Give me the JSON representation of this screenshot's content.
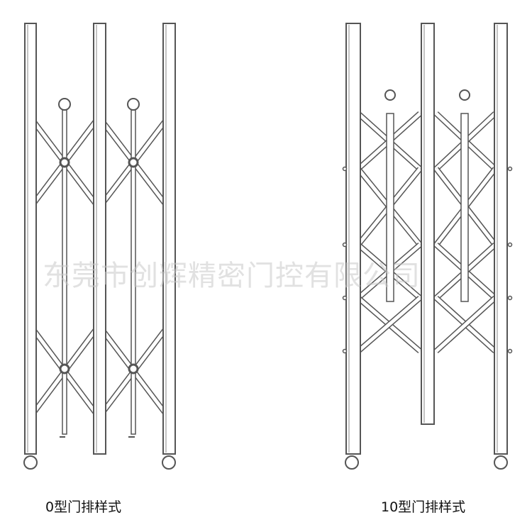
{
  "watermark": "东莞市创辉精密门控有限公司",
  "captions": {
    "left": "0型门排样式",
    "right": "10型门排样式"
  },
  "colors": {
    "line": "#555555",
    "light_line": "#8a8a8a",
    "fill": "#ffffff"
  }
}
